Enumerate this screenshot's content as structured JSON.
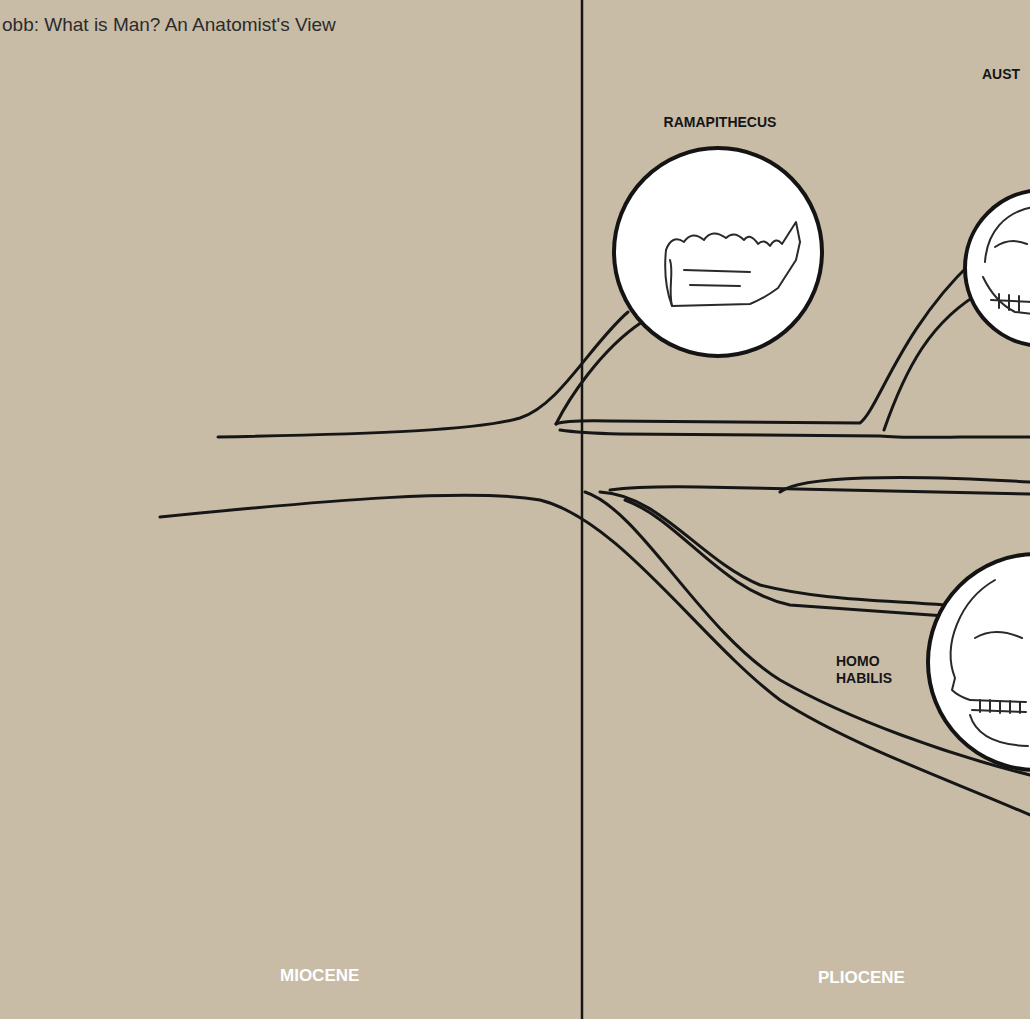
{
  "diagram": {
    "title": "obb: What is Man? An Anatomist's View",
    "nodes": [
      {
        "text": [
          "RAMAPITHECUS"
        ]
      },
      {
        "text": [
          "AUST"
        ]
      },
      {
        "text": [
          "HOMO HABILIS"
        ]
      }
    ],
    "labels": [
      "MIOCENE",
      "PLIOCENE"
    ]
  }
}
